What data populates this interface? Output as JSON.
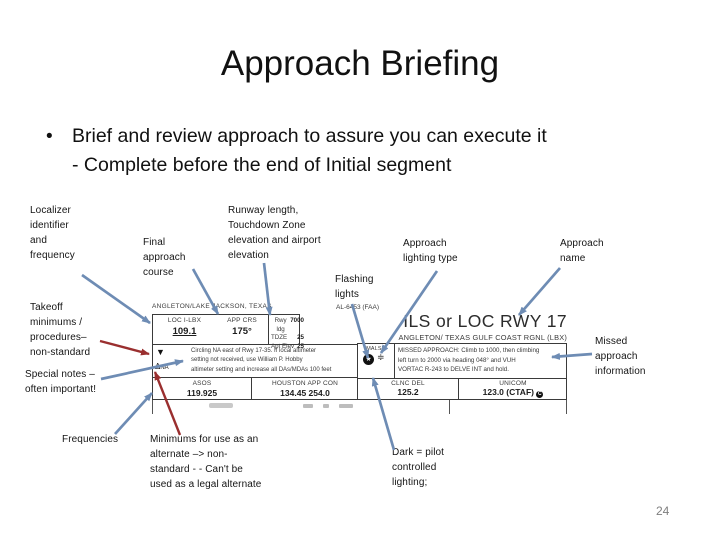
{
  "slide": {
    "title": "Approach Briefing",
    "bullet_glyph": "•",
    "bullet_line1": "Brief and review approach to assure you can execute it",
    "bullet_line2": "- Complete before the end of Initial segment",
    "page_number": "24"
  },
  "callouts": {
    "localizer": "Localizer\nidentifier\nand\nfrequency",
    "final_approach_course": "Final\napproach\ncourse",
    "runway_length": "Runway length,\nTouchdown Zone\nelevation and airport\nelevation",
    "approach_lighting": "Approach\nlighting type",
    "approach_name": "Approach\nname",
    "flashing_lights": "Flashing\nlights",
    "takeoff_minimums": "Takeoff\nminimums /\nprocedures–\nnon-standard",
    "special_notes": "Special notes –\noften important!",
    "frequencies": "Frequencies",
    "alternate_minimums": "Minimums for use as an\nalternate –> non-\nstandard - - Can't be\nused as a legal alternate",
    "dark_lighting": "Dark = pilot\ncontrolled\nlighting;",
    "missed_approach": "Missed\napproach\ninformation"
  },
  "chart": {
    "header_left": "ANGLETON/LAKE JACKSON, TEXAS",
    "header_right": "AL-6453 (FAA)",
    "title": "ILS or LOC RWY 17",
    "subtitle": "ANGLETON/ TEXAS GULF COAST RGNL (LBX)",
    "loc_label": "LOC I-LBX",
    "loc_freq": "109.1",
    "crs_label": "APP CRS",
    "crs_value": "175°",
    "rwy_rows": [
      {
        "k": "Rwy ldg",
        "v": "7000"
      },
      {
        "k": "TDZE",
        "v": "25"
      },
      {
        "k": "Apt Elev",
        "v": "25"
      }
    ],
    "notes_icon_top": "▼",
    "notes_icon_tri": "Δ",
    "notes_icon_na": "NA",
    "notes": "Circling NA east of Rwy 17-35. If local altimeter\nsetting not received, use William P. Hobby\naltimeter setting and increase all DAs/MDAs 100 feet",
    "asos_label": "ASOS",
    "asos_value": "119.925",
    "appcon_label": "HOUSTON APP CON",
    "appcon_value": "134.45 254.0",
    "lighting_label": "MALSR",
    "lighting_star": "★",
    "lighting_bar": "≑",
    "missed": "MISSED APPROACH:  Climb to 1000, then climbing\nleft turn to 2000 via heading 048° and VUH\nVORTAC R-243 to DELVE INT and hold.",
    "clnc_label": "CLNC DEL",
    "clnc_value": "125.2",
    "unicom_label": "UNICOM",
    "unicom_value": "123.0 (CTAF)",
    "ctaf_symbol": "C"
  },
  "colors": {
    "leader_blue": "#6e8cb4",
    "leader_red": "#9a2f2f"
  }
}
